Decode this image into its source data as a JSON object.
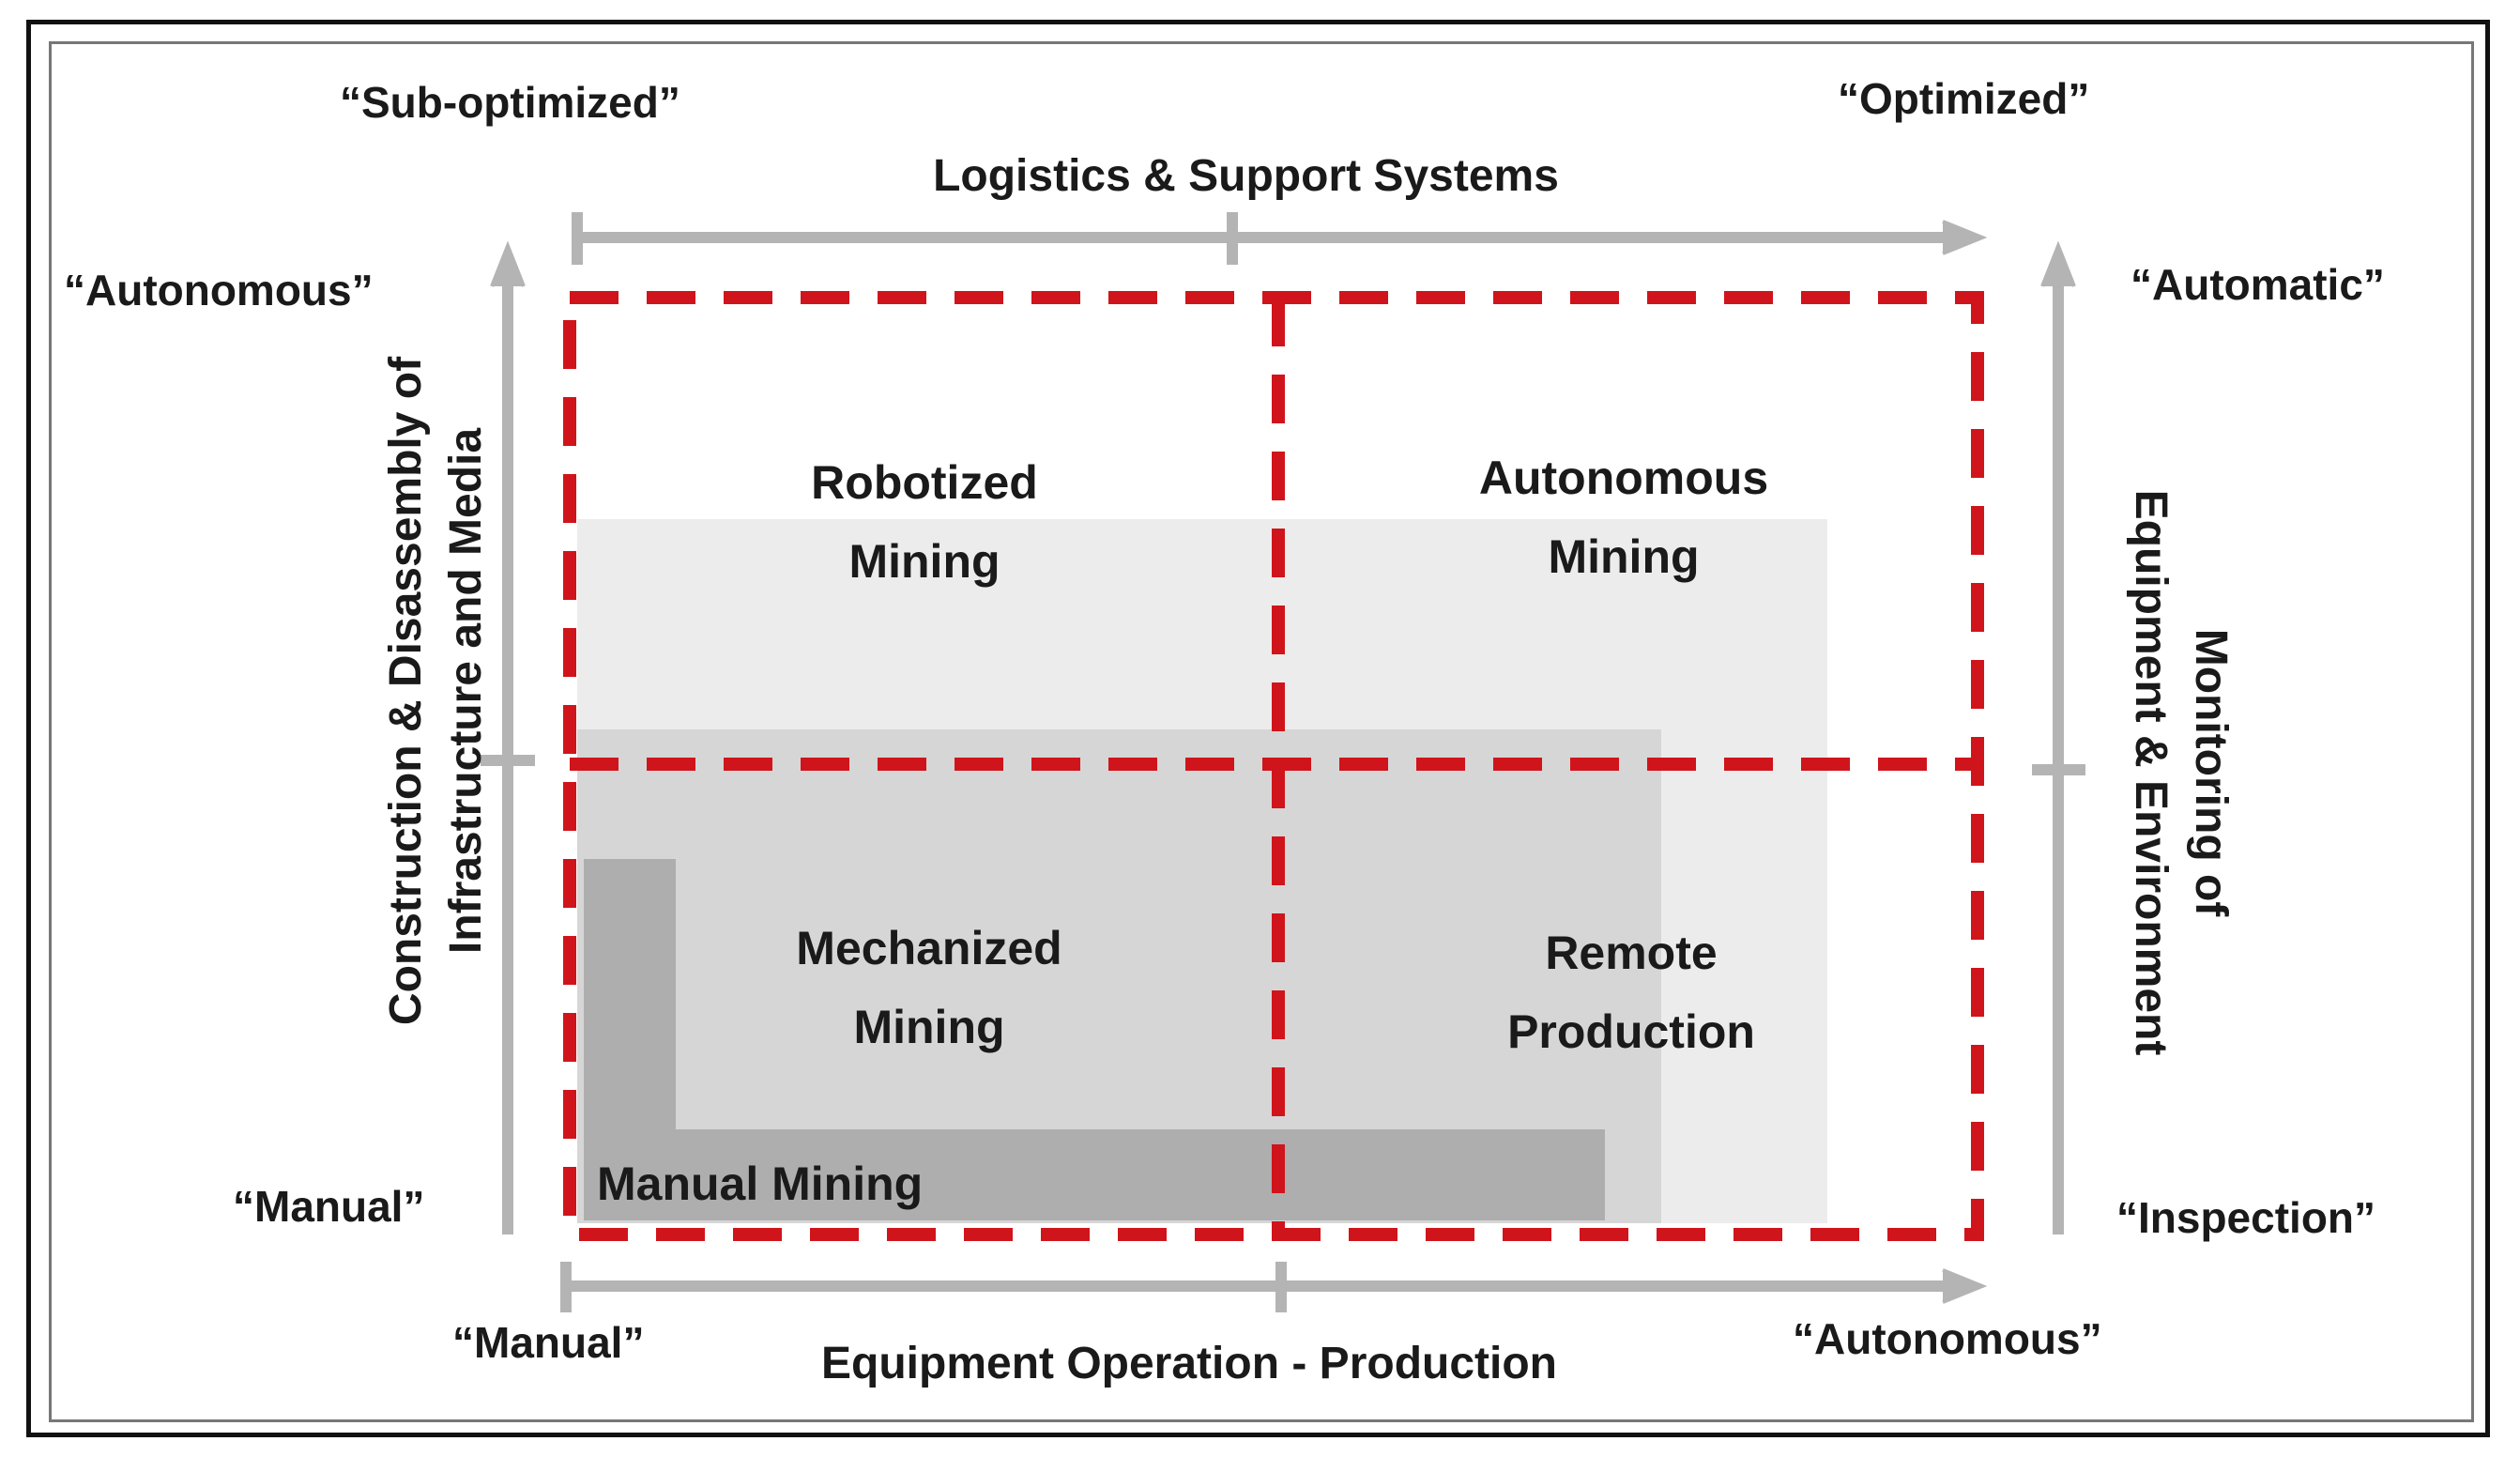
{
  "top_axis": {
    "title": "Logistics & Support Systems",
    "left_label": "“Sub-optimized”",
    "right_label": "“Optimized”"
  },
  "bottom_axis": {
    "title": "Equipment Operation - Production",
    "left_label": "“Manual”",
    "right_label": "“Autonomous”"
  },
  "left_axis": {
    "title_line1": "Construction & Disassembly of",
    "title_line2": "Infrastructure and Media",
    "top_label": "“Autonomous”",
    "bottom_label": "“Manual”"
  },
  "right_axis": {
    "title_line1": "Monitoring of",
    "title_line2": "Equipment & Environment",
    "top_label": "“Automatic”",
    "bottom_label": "“Inspection”"
  },
  "quadrants": {
    "robotized": {
      "line1": "Robotized",
      "line2": "Mining"
    },
    "autonomous": {
      "line1": "Autonomous",
      "line2": "Mining"
    },
    "mechanized": {
      "line1": "Mechanized",
      "line2": "Mining"
    },
    "remote": {
      "line1": "Remote",
      "line2": "Production"
    }
  },
  "manual_mining": "Manual Mining",
  "colors": {
    "dashed_border": "#d0141b",
    "arrow": "#b4b4b4",
    "level_autonomous": "#ececec",
    "level_remote": "#d6d6d6",
    "level_manual": "#aeaeae"
  }
}
